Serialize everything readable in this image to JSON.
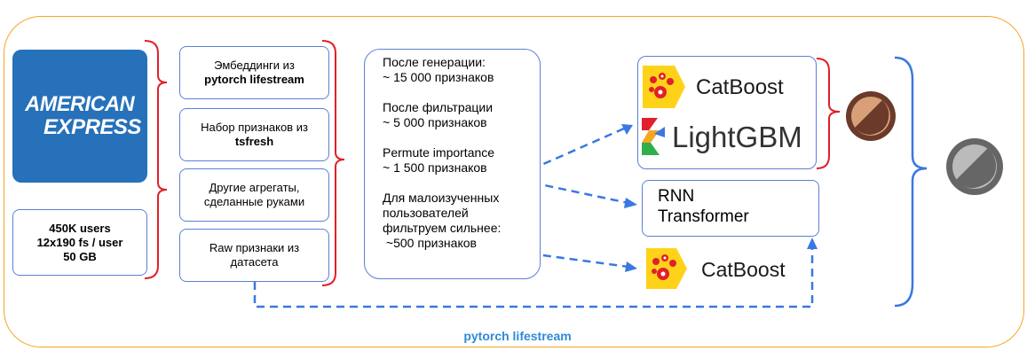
{
  "brand": {
    "line1": "AMERICAN",
    "line2": "EXPRESS",
    "color": "#2671b9"
  },
  "stats": {
    "line1": "450K users",
    "line2": "12x190 fs / user",
    "line3": "50 GB"
  },
  "features": [
    {
      "text": "Эмбеддинги из",
      "bold": "pytorch lifestream"
    },
    {
      "text": "Набор признаков из",
      "bold": "tsfresh"
    },
    {
      "text": "Другие агрегаты,",
      "text2": "сделанные руками"
    },
    {
      "text": "Raw признаки из",
      "text2": "датасета"
    }
  ],
  "generation": {
    "p1a": "После генерации:",
    "p1b": "~ 15 000 признаков",
    "p2a": "После фильтрации",
    "p2b": "~ 5 000 признаков",
    "p3a": "Permute importance",
    "p3b": "~ 1 500 признаков",
    "p4a": "Для малоизученных",
    "p4b": "пользователей",
    "p4c": "фильтруем сильнее:",
    "p4d": " ~500 признаков"
  },
  "models": {
    "catboost": "CatBoost",
    "lightgbm": "LightGBM",
    "rnn": "RNN",
    "transformer": "Transformer",
    "catboost2": "CatBoost"
  },
  "footer": "pytorch lifestream",
  "colors": {
    "frame": "#f5a623",
    "bracket_red": "#e0202a",
    "arrow_blue": "#3a78e0",
    "ensemble1": "#b07a50",
    "ensemble2": "#888888"
  }
}
